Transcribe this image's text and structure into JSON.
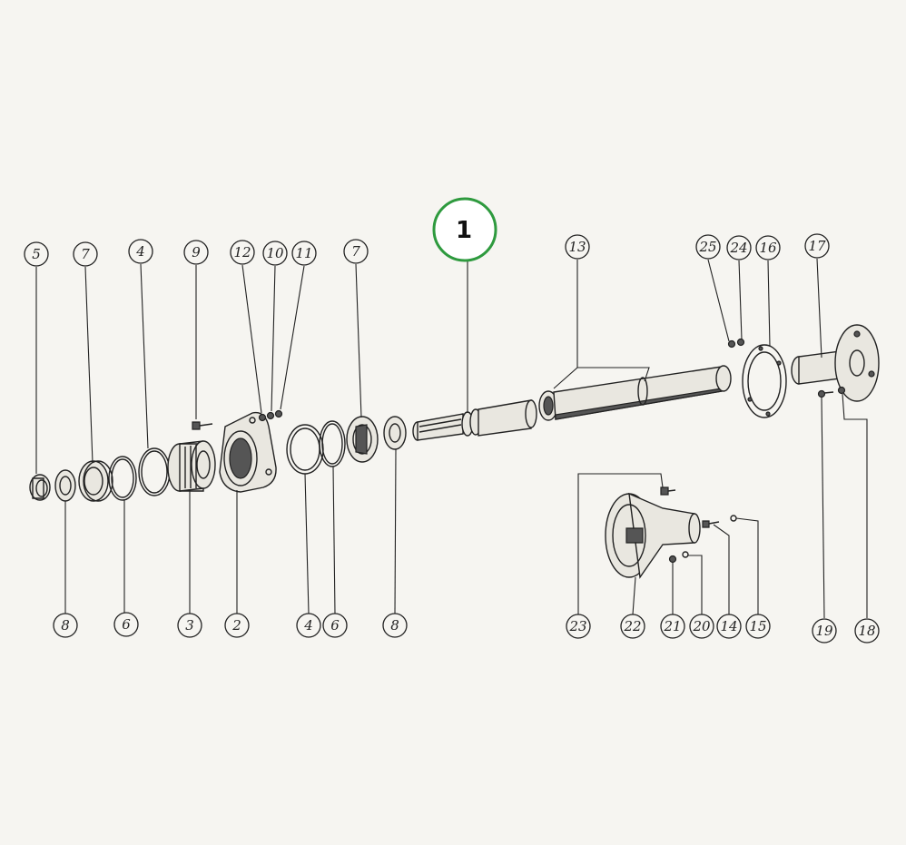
{
  "highlight": {
    "label": "1",
    "color": "#2e9a3e"
  },
  "callouts": [
    {
      "id": "c5",
      "label": "5"
    },
    {
      "id": "c7a",
      "label": "7"
    },
    {
      "id": "c4a",
      "label": "4"
    },
    {
      "id": "c9",
      "label": "9"
    },
    {
      "id": "c12",
      "label": "12"
    },
    {
      "id": "c10",
      "label": "10"
    },
    {
      "id": "c11",
      "label": "11"
    },
    {
      "id": "c7b",
      "label": "7"
    },
    {
      "id": "c13",
      "label": "13"
    },
    {
      "id": "c25",
      "label": "25"
    },
    {
      "id": "c24",
      "label": "24"
    },
    {
      "id": "c16",
      "label": "16"
    },
    {
      "id": "c17",
      "label": "17"
    },
    {
      "id": "c8a",
      "label": "8"
    },
    {
      "id": "c6a",
      "label": "6"
    },
    {
      "id": "c3",
      "label": "3"
    },
    {
      "id": "c2",
      "label": "2"
    },
    {
      "id": "c4b",
      "label": "4"
    },
    {
      "id": "c6b",
      "label": "6"
    },
    {
      "id": "c8b",
      "label": "8"
    },
    {
      "id": "c23",
      "label": "23"
    },
    {
      "id": "c22",
      "label": "22"
    },
    {
      "id": "c21",
      "label": "21"
    },
    {
      "id": "c20",
      "label": "20"
    },
    {
      "id": "c14",
      "label": "14"
    },
    {
      "id": "c15",
      "label": "15"
    },
    {
      "id": "c19",
      "label": "19"
    },
    {
      "id": "c18",
      "label": "18"
    }
  ]
}
